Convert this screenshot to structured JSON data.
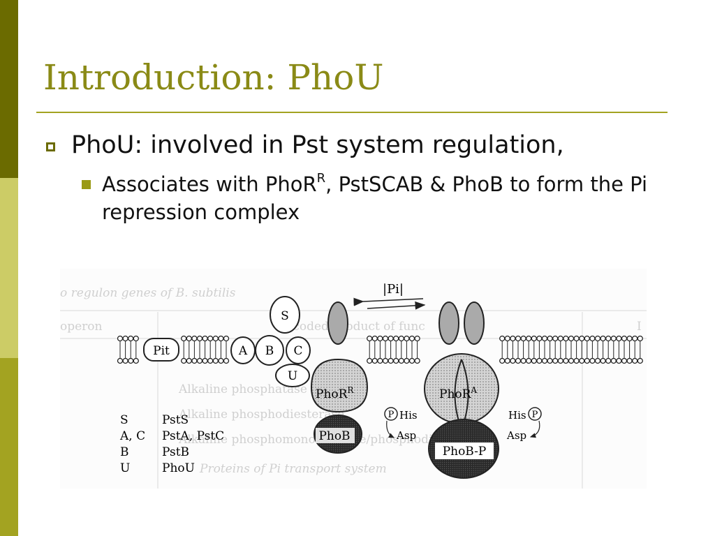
{
  "slide": {
    "title": "Introduction: PhoU",
    "bullet": "PhoU: involved in Pst system regulation,",
    "sub_bullet": {
      "pre": "Associates with PhoR",
      "sup": "R",
      "post": ", PstSCAB & PhoB to form the Pi repression complex"
    }
  },
  "figure": {
    "background_table": {
      "caption": "o regulon genes of B. subtilis",
      "headers": [
        "operon",
        "Encoded product of func",
        "I"
      ],
      "rows": [
        "Alkaline phosphatase",
        "Alkaline phosphodiesterase",
        "Alkaline phosphomonoesterase/phosphodiesterase",
        "Proteins of Pi transport system"
      ]
    },
    "labels": {
      "pi": "|Pi|",
      "pit": "Pit",
      "s": "S",
      "a": "A",
      "b": "B",
      "c": "C",
      "u": "U",
      "phor_r": "PhoR",
      "phor_r_sup": "R",
      "phor_a": "PhoR",
      "phor_a_sup": "A",
      "phob": "PhoB",
      "phob_p": "PhoB-P",
      "his": "His",
      "asp": "Asp",
      "p": "P"
    },
    "legend": [
      {
        "key": "S",
        "value": "PstS"
      },
      {
        "key": "A, C",
        "value": "PstA, PstC"
      },
      {
        "key": "B",
        "value": "PstB"
      },
      {
        "key": "U",
        "value": "PhoU"
      }
    ]
  },
  "colors": {
    "side_dark": "#6b6b00",
    "side_light": "#cccc66",
    "side_mid": "#a3a321",
    "title": "#8a8a16"
  }
}
